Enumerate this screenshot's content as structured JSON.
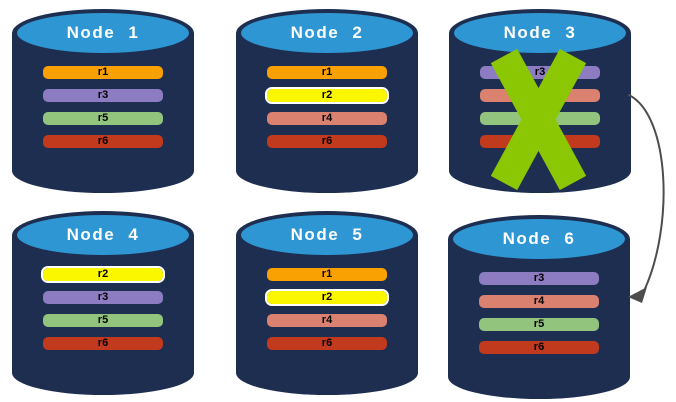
{
  "palette": {
    "cylinder_body": "#1E2E50",
    "cylinder_top": "#2E96D2",
    "title_text": "#FFFFFF",
    "bar_text": "#000000",
    "failure_x": "#8BC702",
    "arrow": "#4D4D4D"
  },
  "nodes": [
    {
      "id": "node-1",
      "title": "Node 1",
      "failed": false,
      "replicas": [
        {
          "label": "r1",
          "color": "#F9A102"
        },
        {
          "label": "r3",
          "color": "#8E7CC3"
        },
        {
          "label": "r5",
          "color": "#93C47D"
        },
        {
          "label": "r6",
          "color": "#C23A1E"
        }
      ]
    },
    {
      "id": "node-2",
      "title": "Node 2",
      "failed": false,
      "replicas": [
        {
          "label": "r1",
          "color": "#F9A102"
        },
        {
          "label": "r2",
          "color": "#FBF700",
          "border": "#FFFFFF"
        },
        {
          "label": "r4",
          "color": "#DA8170"
        },
        {
          "label": "r6",
          "color": "#C23A1E"
        }
      ]
    },
    {
      "id": "node-3",
      "title": "Node 3",
      "failed": true,
      "replicas": [
        {
          "label": "r3",
          "color": "#8E7CC3"
        },
        {
          "label": "r4",
          "color": "#DA8170"
        },
        {
          "label": "r5",
          "color": "#93C47D"
        },
        {
          "label": "r6",
          "color": "#C23A1E"
        }
      ]
    },
    {
      "id": "node-4",
      "title": "Node 4",
      "failed": false,
      "replicas": [
        {
          "label": "r2",
          "color": "#FBF700",
          "border": "#FFFFFF"
        },
        {
          "label": "r3",
          "color": "#8E7CC3"
        },
        {
          "label": "r5",
          "color": "#93C47D"
        },
        {
          "label": "r6",
          "color": "#C23A1E"
        }
      ]
    },
    {
      "id": "node-5",
      "title": "Node 5",
      "failed": false,
      "replicas": [
        {
          "label": "r1",
          "color": "#F9A102"
        },
        {
          "label": "r2",
          "color": "#FBF700",
          "border": "#FFFFFF"
        },
        {
          "label": "r4",
          "color": "#DA8170"
        },
        {
          "label": "r6",
          "color": "#C23A1E"
        }
      ]
    },
    {
      "id": "node-6",
      "title": "Node 6",
      "failed": false,
      "replicas": [
        {
          "label": "r3",
          "color": "#8E7CC3"
        },
        {
          "label": "r4",
          "color": "#DA8170"
        },
        {
          "label": "r5",
          "color": "#93C47D"
        },
        {
          "label": "r6",
          "color": "#C23A1E"
        }
      ]
    }
  ],
  "arrow": {
    "from": "Node 3",
    "to": "Node 6"
  }
}
